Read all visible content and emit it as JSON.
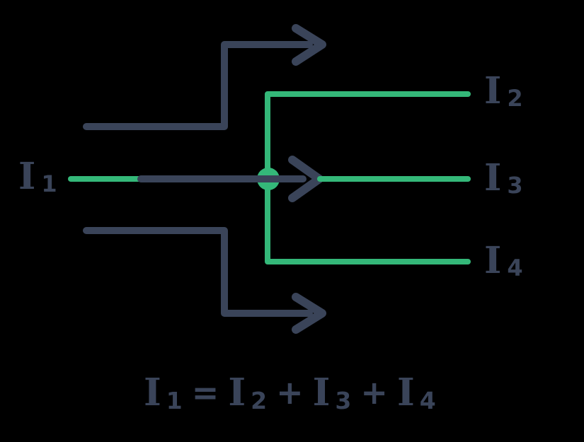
{
  "colors": {
    "background": "#000000",
    "wire_dark": "#3a4459",
    "wire_green": "#34b879"
  },
  "labels": {
    "i1": {
      "base": "I",
      "sub": "1"
    },
    "i2": {
      "base": "I",
      "sub": "2"
    },
    "i3": {
      "base": "I",
      "sub": "3"
    },
    "i4": {
      "base": "I",
      "sub": "4"
    }
  },
  "formula": {
    "text": "I1 = I2 + I3 + I4",
    "tokens": [
      {
        "base": "I",
        "sub": "1"
      },
      {
        "op": "="
      },
      {
        "base": "I",
        "sub": "2"
      },
      {
        "op": "+"
      },
      {
        "base": "I",
        "sub": "3"
      },
      {
        "op": "+"
      },
      {
        "base": "I",
        "sub": "4"
      }
    ]
  }
}
